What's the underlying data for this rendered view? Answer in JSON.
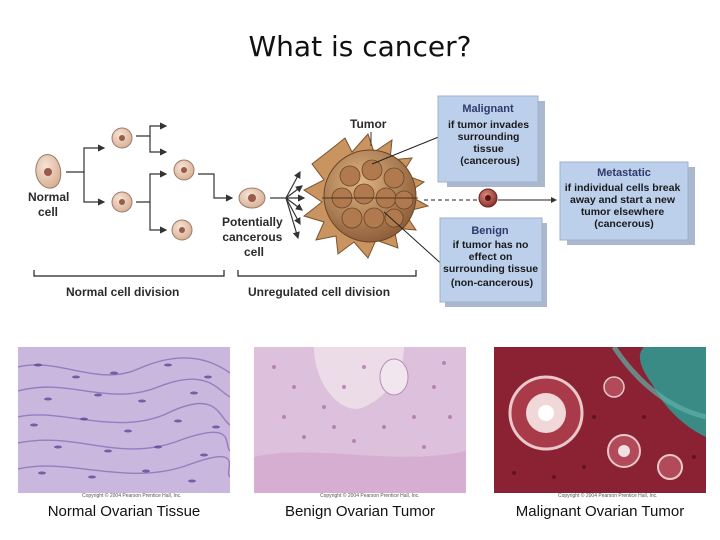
{
  "title": "What is cancer?",
  "diagram": {
    "normal_cell_label": [
      "Normal",
      "cell"
    ],
    "tumor_label": "Tumor",
    "potentially_label": [
      "Potentially",
      "cancerous",
      "cell"
    ],
    "normal_division_label": "Normal cell division",
    "unregulated_division_label": "Unregulated cell division",
    "malignant_box": {
      "heading": "Malignant",
      "lines": [
        "if tumor invades",
        "surrounding",
        "tissue",
        "(cancerous)"
      ]
    },
    "benign_box": {
      "heading": "Benign",
      "lines": [
        "if tumor has no",
        "effect on",
        "surrounding tissue",
        "(non-cancerous)"
      ]
    },
    "metastatic_box": {
      "heading": "Metastatic",
      "lines": [
        "if individual cells break",
        "away and start a new",
        "tumor elsewhere",
        "(cancerous)"
      ]
    }
  },
  "images": [
    {
      "caption": "Normal Ovarian Tissue",
      "credit": "Copyright © 2004 Pearson Prentice Hall, Inc."
    },
    {
      "caption": "Benign Ovarian Tumor",
      "credit": "Copyright © 2004 Pearson Prentice Hall, Inc."
    },
    {
      "caption": "Malignant Ovarian Tumor",
      "credit": "Copyright © 2004 Pearson Prentice Hall, Inc."
    }
  ],
  "colors": {
    "box_fill": "#bcd0ec",
    "box_heading": "#2d3a6b",
    "cell_fill": "#e6c8b0",
    "nucleus": "#9a5a4a",
    "tumor": "#b98a5c",
    "normal_tissue": "#c8b6dc",
    "benign_tissue": "#dcb6d8",
    "malignant_tissue": "#7a1a2a"
  }
}
